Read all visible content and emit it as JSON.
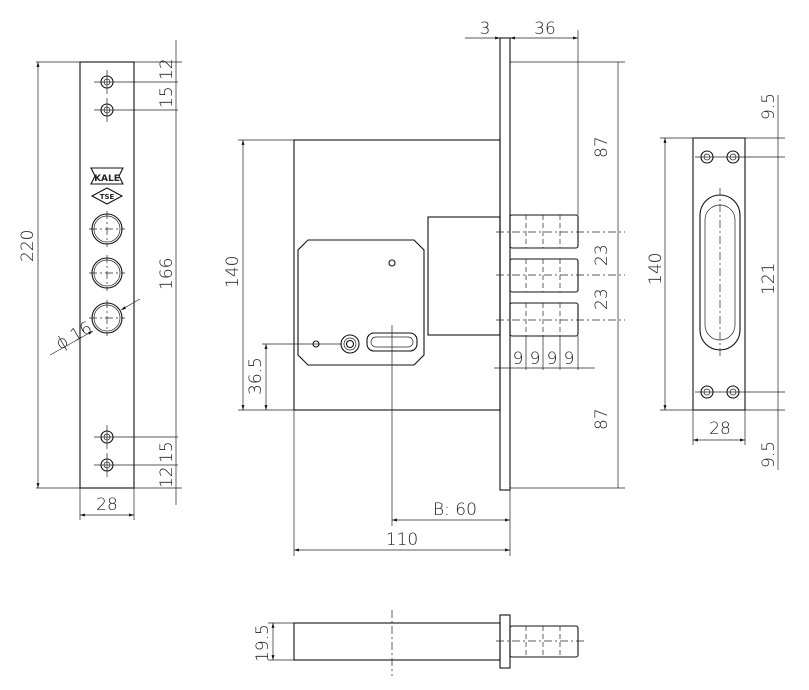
{
  "front_plate": {
    "height": "220",
    "top_offset": "12",
    "hole_spacing_top": "15",
    "inner": "166",
    "hole_spacing_bottom": "15",
    "bottom_offset": "12",
    "width": "28",
    "hole_diameter": "ϕ 16",
    "logo_text": "KALE",
    "logo_mark": "TSE"
  },
  "side_view": {
    "plate_thickness": "3",
    "bolt_projection": "36",
    "case_height": "140",
    "cylinder_offset": "36.5",
    "top_to_bolt": "87",
    "bolt_spacing_1": "23",
    "bolt_spacing_2": "23",
    "bottom_to_bolt": "87",
    "bolt_widths": [
      "9",
      "9",
      "9",
      "9"
    ],
    "backset": "B: 60",
    "case_depth": "110"
  },
  "strike_plate": {
    "height": "140",
    "top_offset": "9.5",
    "hole_spacing": "121",
    "bottom_offset": "9.5",
    "width": "28"
  },
  "top_view": {
    "thickness": "19.5"
  }
}
